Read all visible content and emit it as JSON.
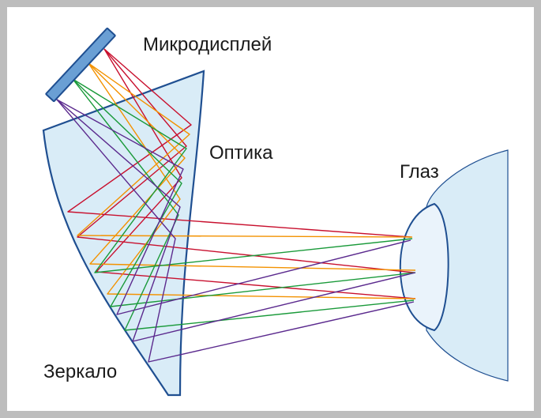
{
  "labels": {
    "microdisplay": "Микродисплей",
    "optics": "Оптика",
    "eye": "Глаз",
    "mirror": "Зеркало"
  },
  "colors": {
    "frame": "#bdbdbd",
    "lens_fill": "#d9ecf7",
    "outline": "#1f4f91",
    "display_fill": "#6a9fd4",
    "ray_red": "#c8102e",
    "ray_orange": "#f39200",
    "ray_green": "#1a9a3a",
    "ray_purple": "#5b2a8e"
  }
}
